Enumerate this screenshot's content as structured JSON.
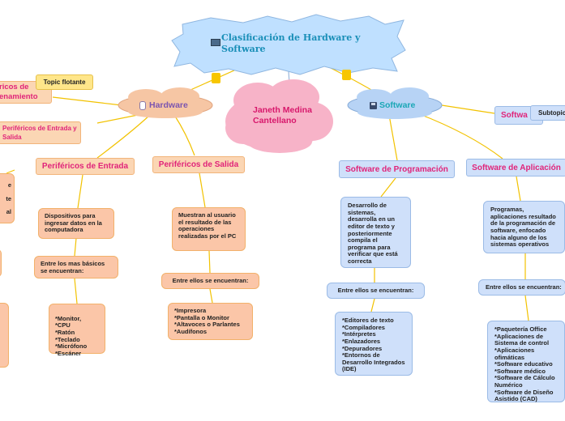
{
  "central": {
    "title": "Clasificación de Hardware y Software",
    "author": "Janeth Medina Cantellano"
  },
  "hardware": {
    "label": "Hardware",
    "left_partial_title": "ricos de\nenamiento",
    "floating_topic": "Topic flotante",
    "io_partial": "Periféricos de Entrada y Salida",
    "left_fragments": [
      "e",
      "te",
      "al"
    ],
    "entrada": {
      "title": "Periféricos de Entrada",
      "desc": "Dispositivos para ingresar datos en la computadora",
      "intro": "Entre los mas básicos se encuentran:",
      "items": "*Monitor,\n*CPU\n*Ratón\n*Teclado\n*Micrófono\n*Escáner"
    },
    "salida": {
      "title": "Periféricos de Salida",
      "desc": "Muestran al usuario el resultado de las operaciones realizadas por el PC",
      "intro": "Entre ellos se encuentran:",
      "items": "*Impresora\n*Pantalla o Monitor\n*Altavoces o Parlantes\n*Audífonos"
    }
  },
  "software": {
    "label": "Software",
    "right_partial": "Softwa",
    "subtopic": "Subtopic",
    "programacion": {
      "title": "Software de Programación",
      "desc": "Desarrollo de sistemas, desarrolla en un editor de texto y posteriormente compila el programa para verificar que está correcta",
      "intro": "Entre ellos se encuentran:",
      "items": "*Editores de texto\n*Compiladores\n*Intérpretes\n*Enlazadores\n*Depuradores\n*Entornos de Desarrollo Integrados (IDE)"
    },
    "aplicacion": {
      "title": "Software de Aplicación",
      "desc": "Programas, aplicaciones resultado de la programación de software, enfocado hacia alguno de los sistemas operativos",
      "intro": "Entre ellos se encuentran:",
      "items": "*Paquetería Office\n*Aplicaciones de Sistema de control\n*Aplicaciones ofimáticas\n*Software educativo\n*Software médico\n*Software de Cálculo Numérico\n*Software de Diseño Asistido (CAD)"
    }
  },
  "colors": {
    "central_fill": "#bfe0ff",
    "central_text": "#1a8fb8",
    "hardware_fill": "#f6c6a4",
    "hardware_text": "#7b55b0",
    "software_fill": "#b7d3f5",
    "software_text": "#1aa7b6",
    "author_fill": "#f7b3c8",
    "author_text": "#d8186c",
    "connector": "#f2c200",
    "connector_blue": "#9ab6da"
  }
}
